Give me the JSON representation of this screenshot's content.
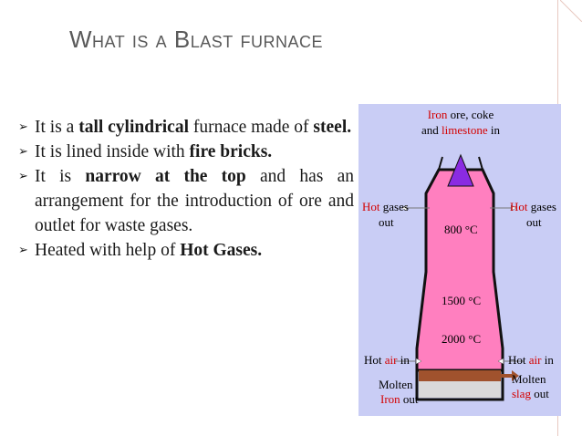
{
  "slide": {
    "title": "What is a Blast furnace",
    "bullets": [
      {
        "parts": [
          {
            "t": "It is a ",
            "b": false
          },
          {
            "t": "tall cylindrical",
            "b": true
          },
          {
            "t": " furnace made of ",
            "b": false
          },
          {
            "t": "steel.",
            "b": true
          }
        ],
        "justify": true
      },
      {
        "parts": [
          {
            "t": " It is lined inside with ",
            "b": false
          },
          {
            "t": "fire bricks.",
            "b": true
          }
        ],
        "justify": false
      },
      {
        "parts": [
          {
            "t": " It is ",
            "b": false
          },
          {
            "t": "narrow at the top",
            "b": true
          },
          {
            "t": " and has an arrangement for the introduction of ore and outlet for waste gases.",
            "b": false
          }
        ],
        "justify": true
      },
      {
        "parts": [
          {
            "t": " Heated with help of ",
            "b": false
          },
          {
            "t": "Hot Gases.",
            "b": true
          }
        ],
        "justify": false
      }
    ]
  },
  "diagram": {
    "input_top_line1_red": "Iron",
    "input_top_line1_black": " ore, coke",
    "input_top_line2_black": "and ",
    "input_top_line2_red": "limestone",
    "input_top_line2_tail": " in",
    "hot_gases_left_line1_red": "Hot",
    "hot_gases_left_line1_black": " gases",
    "hot_gases_left_line2": "out",
    "hot_gases_right_line1_red": "Hot",
    "hot_gases_right_line1_black": " gases",
    "hot_gases_right_line2": "out",
    "temp_upper": "800 °C",
    "temp_middle": "1500 °C",
    "temp_lower": "2000 °C",
    "hot_air_left_black": "Hot",
    "hot_air_left_red": " air",
    "hot_air_left_tail": " in",
    "hot_air_right_black": "Hot",
    "hot_air_right_red": " air",
    "hot_air_right_tail": " in",
    "molten_iron_line1": "Molten",
    "molten_iron_line2_red": "Iron",
    "molten_iron_line2_black": " out",
    "molten_slag_line1": "Molten",
    "molten_slag_line2_red": "slag",
    "molten_slag_line2_black": " out",
    "colors": {
      "panel_bg": "#c9cdf5",
      "furnace_fill": "#ff7fbf",
      "furnace_outline": "#111111",
      "charge_triangle": "#8a2be2",
      "label_red": "#d40000",
      "label_black": "#000000",
      "iron_layer": "#d9d9d9",
      "slag_layer": "#a0522d"
    }
  }
}
